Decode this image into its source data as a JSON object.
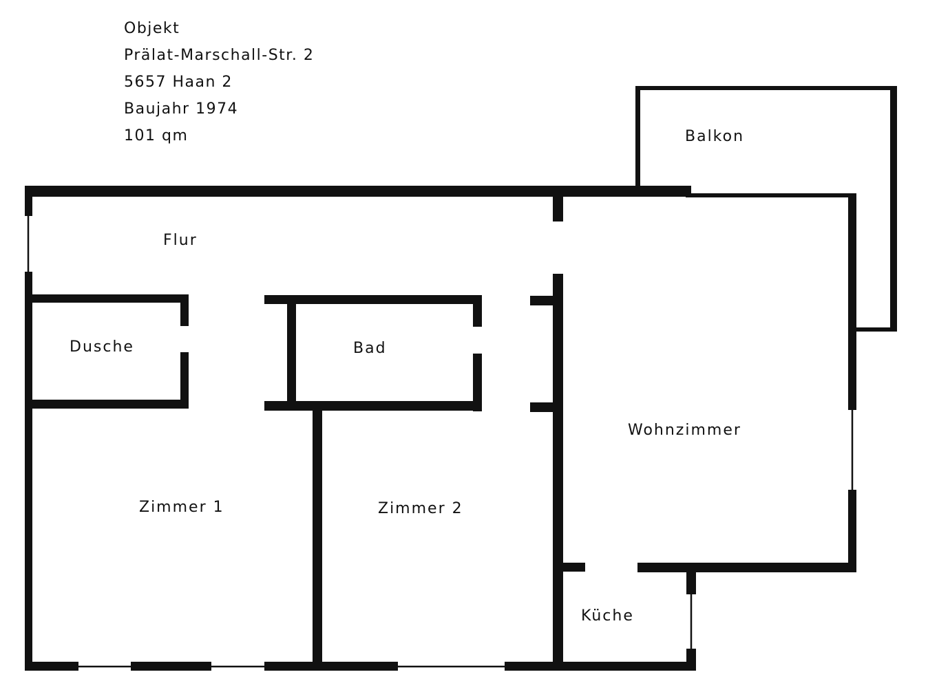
{
  "info": {
    "line1": "Objekt",
    "line2": "Prälat-Marschall-Str. 2",
    "line3": "5657 Haan 2",
    "line4": "Baujahr 1974",
    "line5": "101 qm"
  },
  "rooms": {
    "balkon": "Balkon",
    "flur": "Flur",
    "dusche": "Dusche",
    "bad": "Bad",
    "wohnzimmer": "Wohnzimmer",
    "zimmer1": "Zimmer 1",
    "zimmer2": "Zimmer 2",
    "kueche": "Küche"
  },
  "colors": {
    "wall": "#111111",
    "background": "#ffffff"
  }
}
